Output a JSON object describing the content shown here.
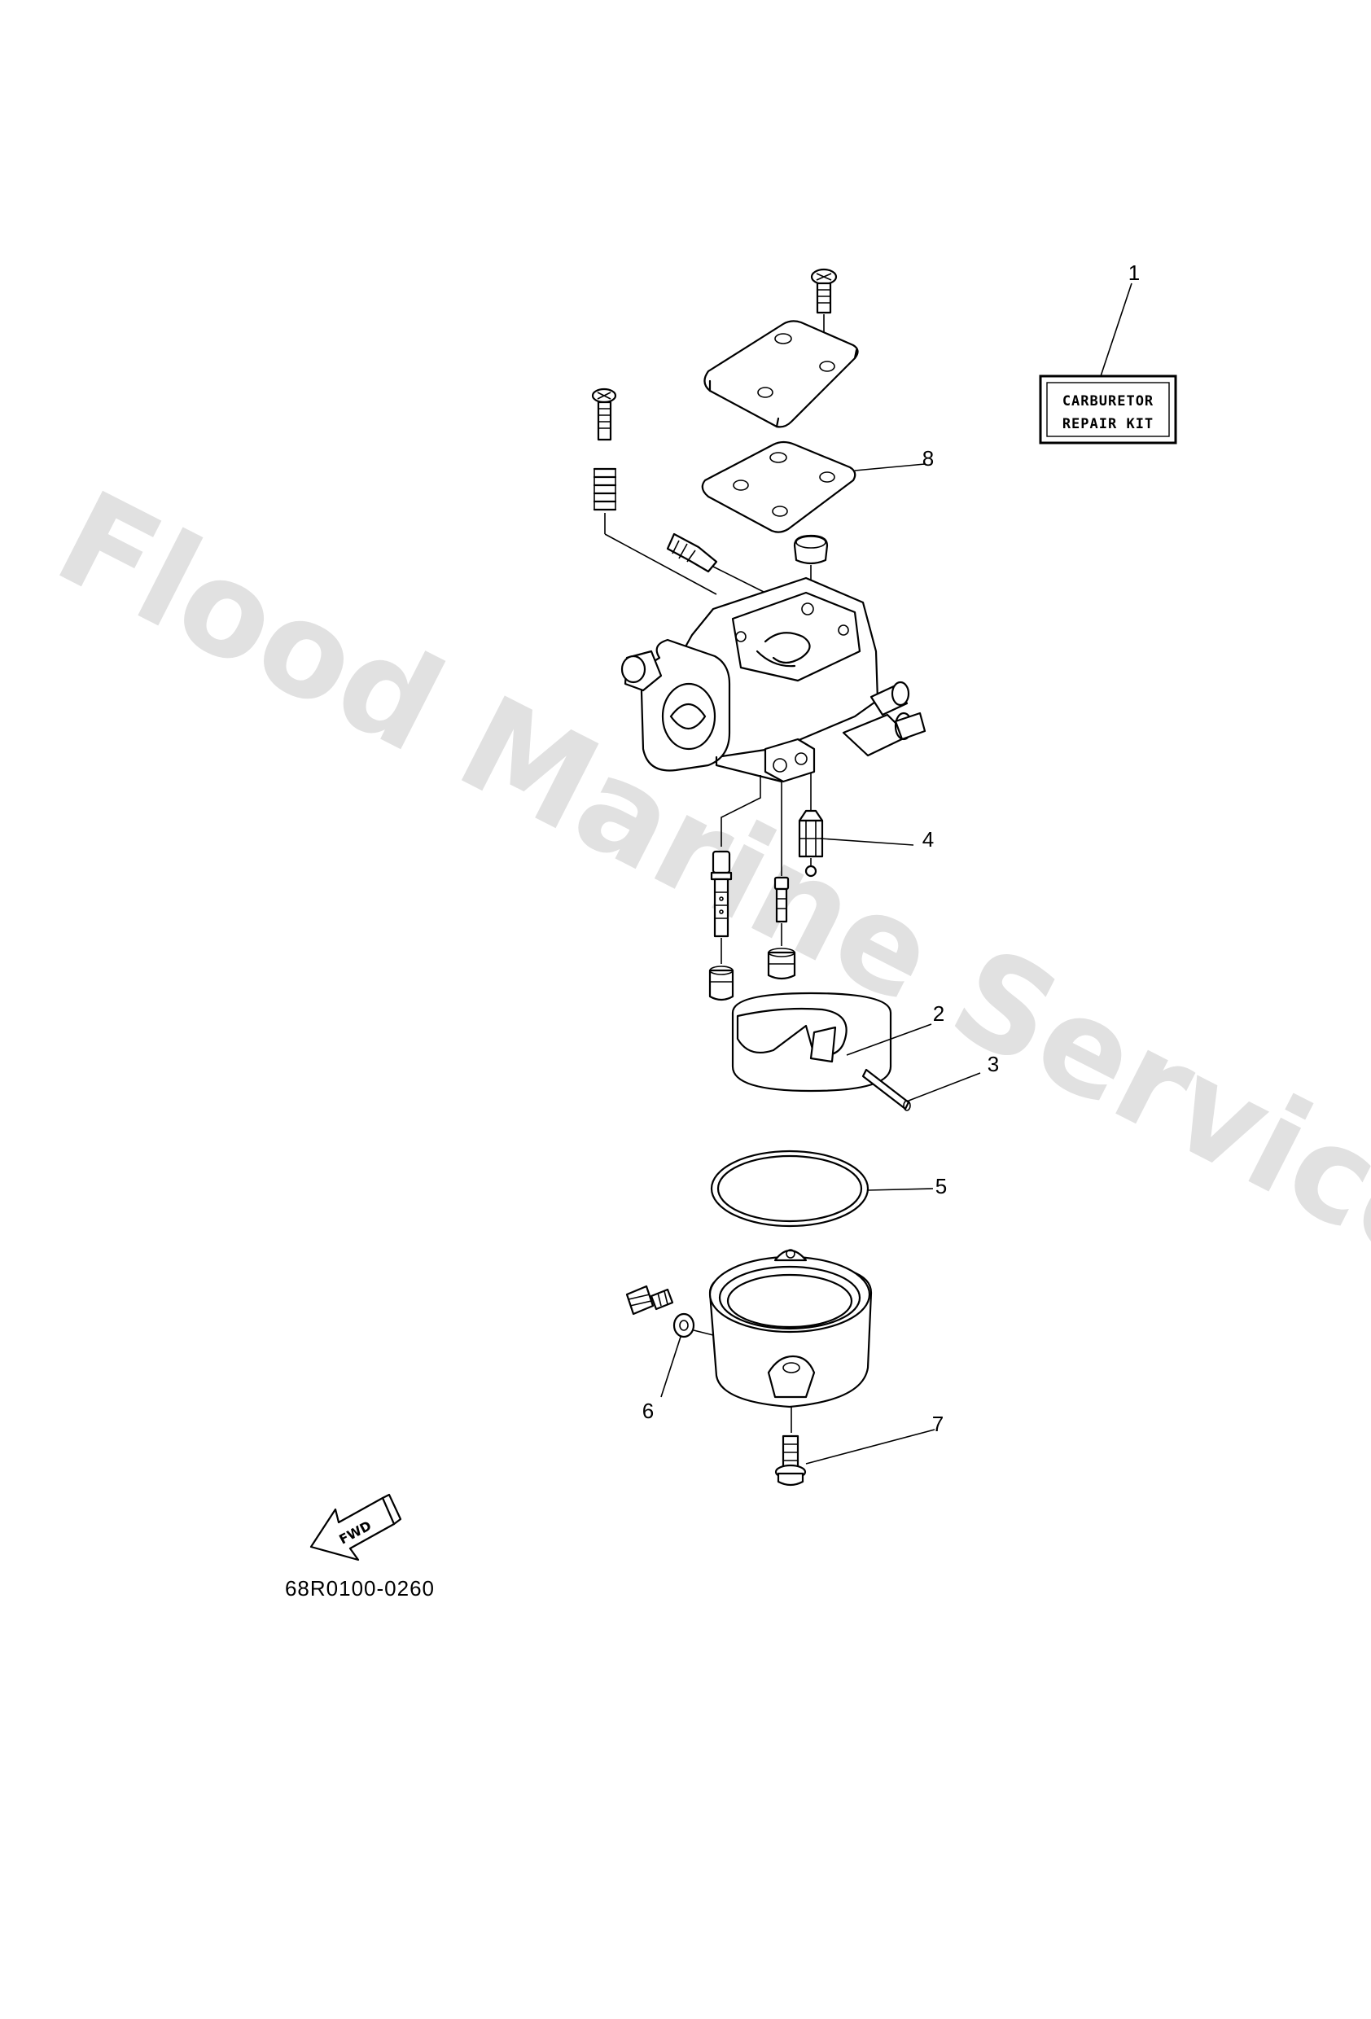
{
  "watermark": "Flood Marine Services",
  "kit_label": {
    "line1": "CARBURETOR",
    "line2": "REPAIR KIT"
  },
  "callouts": [
    {
      "id": "1",
      "label": "1"
    },
    {
      "id": "2",
      "label": "2"
    },
    {
      "id": "3",
      "label": "3"
    },
    {
      "id": "4",
      "label": "4"
    },
    {
      "id": "5",
      "label": "5"
    },
    {
      "id": "6",
      "label": "6"
    },
    {
      "id": "7",
      "label": "7"
    },
    {
      "id": "8",
      "label": "8"
    }
  ],
  "fwd_label": "FWD",
  "part_number": "68R0100-0260"
}
